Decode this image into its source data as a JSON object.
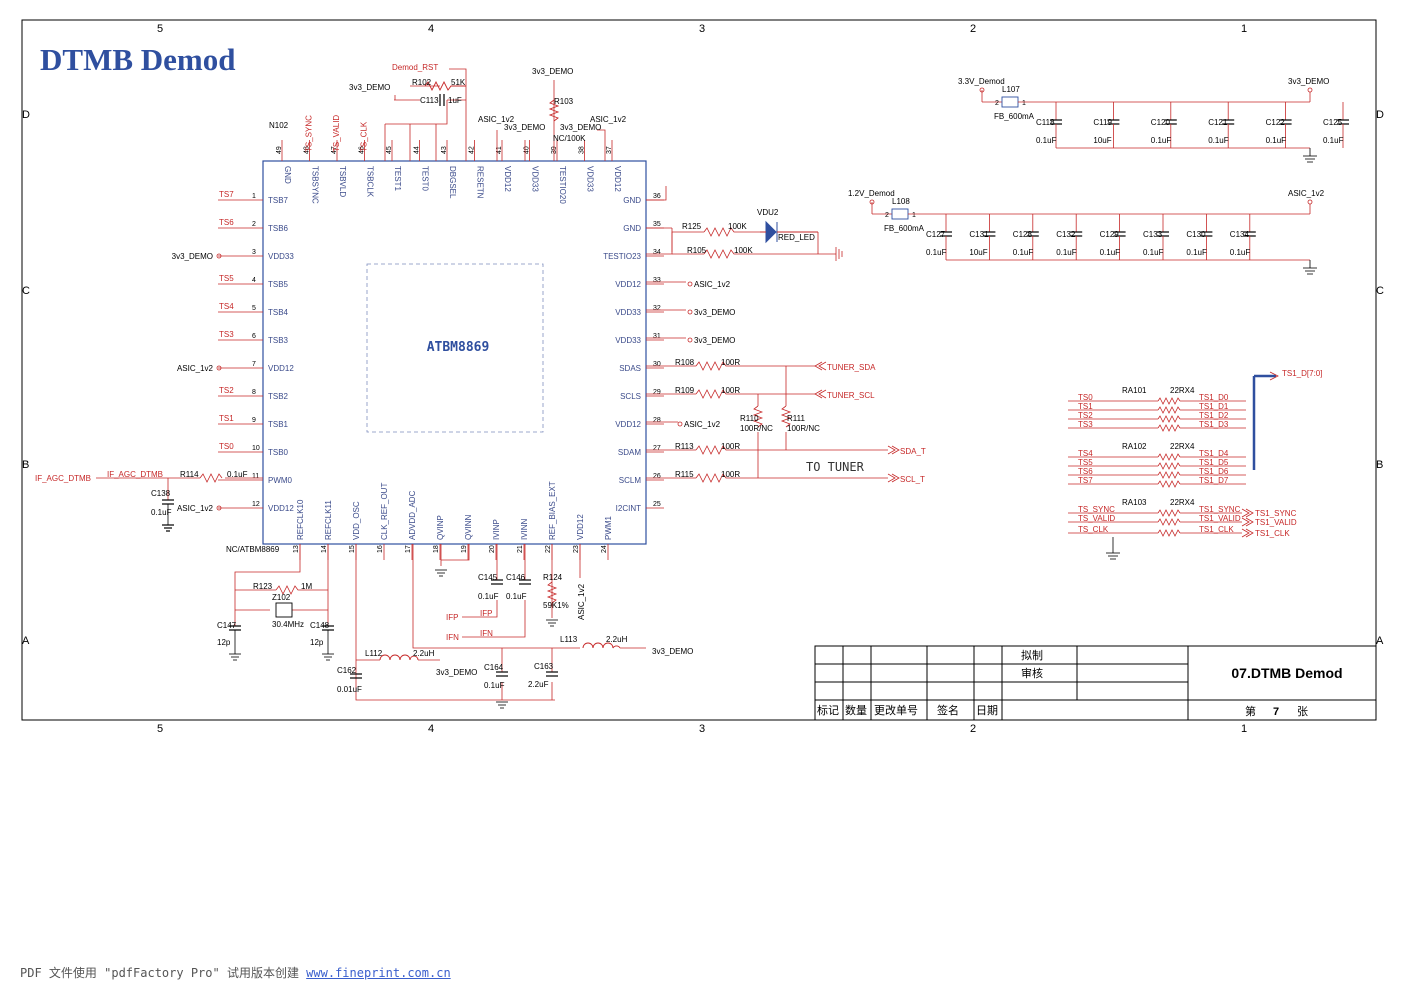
{
  "title": "DTMB Demod",
  "chip_name": "ATBM8869",
  "chip_ref": "NC/ATBM8869",
  "border_cols": [
    "5",
    "4",
    "3",
    "2",
    "1"
  ],
  "border_rows": [
    "D",
    "C",
    "B",
    "A"
  ],
  "left_pins": [
    {
      "num": "1",
      "name": "TSB7",
      "net": "TS7"
    },
    {
      "num": "2",
      "name": "TSB6",
      "net": "TS6"
    },
    {
      "num": "3",
      "name": "VDD33",
      "net": "3v3_DEMO"
    },
    {
      "num": "4",
      "name": "TSB5",
      "net": "TS5"
    },
    {
      "num": "5",
      "name": "TSB4",
      "net": "TS4"
    },
    {
      "num": "6",
      "name": "TSB3",
      "net": "TS3"
    },
    {
      "num": "7",
      "name": "VDD12",
      "net": "ASIC_1v2"
    },
    {
      "num": "8",
      "name": "TSB2",
      "net": "TS2"
    },
    {
      "num": "9",
      "name": "TSB1",
      "net": "TS1"
    },
    {
      "num": "10",
      "name": "TSB0",
      "net": "TS0"
    },
    {
      "num": "11",
      "name": "PWM0",
      "net": "IF_AGC_DTMB"
    },
    {
      "num": "12",
      "name": "VDD12",
      "net": "ASIC_1v2"
    }
  ],
  "right_pins": [
    {
      "num": "36",
      "name": "GND"
    },
    {
      "num": "35",
      "name": "GND"
    },
    {
      "num": "34",
      "name": "TESTIO23"
    },
    {
      "num": "33",
      "name": "VDD12",
      "net": "ASIC_1v2"
    },
    {
      "num": "32",
      "name": "VDD33",
      "net": "3v3_DEMO"
    },
    {
      "num": "31",
      "name": "VDD33",
      "net": "3v3_DEMO"
    },
    {
      "num": "30",
      "name": "SDAS"
    },
    {
      "num": "29",
      "name": "SCLS"
    },
    {
      "num": "28",
      "name": "VDD12",
      "net": "ASIC_1v2"
    },
    {
      "num": "27",
      "name": "SDAM"
    },
    {
      "num": "26",
      "name": "SCLM"
    },
    {
      "num": "25",
      "name": "I2CINT"
    }
  ],
  "top_pins": [
    {
      "num": "49",
      "name": "GND"
    },
    {
      "num": "48",
      "name": "TSBSYNC",
      "net": "TS_SYNC"
    },
    {
      "num": "47",
      "name": "TSBVLD",
      "net": "TS_VALID"
    },
    {
      "num": "46",
      "name": "TSBCLK",
      "net": "TS_CLK"
    },
    {
      "num": "45",
      "name": "TEST1"
    },
    {
      "num": "44",
      "name": "TEST0"
    },
    {
      "num": "43",
      "name": "DBGSEL"
    },
    {
      "num": "42",
      "name": "RESETN"
    },
    {
      "num": "41",
      "name": "VDD12"
    },
    {
      "num": "40",
      "name": "VDD33"
    },
    {
      "num": "39",
      "name": "TESTIO20"
    },
    {
      "num": "38",
      "name": "VDD33"
    },
    {
      "num": "37",
      "name": "VDD12"
    }
  ],
  "bottom_pins": [
    {
      "num": "13",
      "name": "REFCLK10"
    },
    {
      "num": "14",
      "name": "REFCLK11"
    },
    {
      "num": "15",
      "name": "VDD_OSC"
    },
    {
      "num": "16",
      "name": "CLK_REF_OUT"
    },
    {
      "num": "17",
      "name": "ADVDD_ADC"
    },
    {
      "num": "18",
      "name": "QVINP"
    },
    {
      "num": "19",
      "name": "QVINN"
    },
    {
      "num": "20",
      "name": "IVINP"
    },
    {
      "num": "21",
      "name": "IVINN"
    },
    {
      "num": "22",
      "name": "REF_BIAS_EXT"
    },
    {
      "num": "23",
      "name": "VDD12"
    },
    {
      "num": "24",
      "name": "PWM1"
    }
  ],
  "top_nets": {
    "demod_rst": "Demod_RST",
    "r102": "R102",
    "r102_val": "51K",
    "c113": "C113",
    "c113_val": "1uF",
    "v33_a": "3v3_DEMO",
    "v33_b": "3v3_DEMO",
    "v33_c": "3v3_DEMO",
    "r103": "R103",
    "r103_val": "NC/100K",
    "asic_a": "ASIC_1v2",
    "asic_b": "ASIC_1v2",
    "n102": "N102"
  },
  "right_side": {
    "r125": "R125",
    "r125_val": "100K",
    "vdu2": "VDU2",
    "red_led": "RED_LED",
    "r105": "R105",
    "r105_val": "100K",
    "r108": "R108",
    "r108_val": "100R",
    "tuner_sda": "TUNER_SDA",
    "r109": "R109",
    "r109_val": "100R",
    "tuner_scl": "TUNER_SCL",
    "r110": "R110",
    "r110_val": "100R/NC",
    "r111": "R111",
    "r111_val": "100R/NC",
    "r113": "R113",
    "r113_val": "100R",
    "sda_t": "SDA_T",
    "r115": "R115",
    "r115_val": "100R",
    "scl_t": "SCL_T",
    "to_tuner": "TO TUNER"
  },
  "left_side": {
    "if_agc_dtmb": "IF_AGC_DTMB",
    "r114": "R114",
    "r114_val": "0.1uF",
    "c138": "C138",
    "c138_val": "0.1uF"
  },
  "bottom_side": {
    "r123": "R123",
    "r123_val": "1M",
    "z102": "Z102",
    "z102_val": "30.4MHz",
    "c147": "C147",
    "c147_val": "12p",
    "c148": "C148",
    "c148_val": "12p",
    "c145": "C145",
    "c145_val": "0.1uF",
    "c146": "C146",
    "c146_val": "0.1uF",
    "r124": "R124",
    "r124_val": "59K1%",
    "asic": "ASIC_1v2",
    "ifp_a": "IFP",
    "ifp_b": "IFP",
    "ifn_a": "IFN",
    "ifn_b": "IFN",
    "l112": "L112",
    "l112_val": "2.2uH",
    "v33": "3v3_DEMO",
    "c162": "C162",
    "c162_val": "0.01uF",
    "c164": "C164",
    "c164_val": "0.1uF",
    "c163": "C163",
    "c163_val": "2.2uF",
    "l113": "L113",
    "l113_val": "2.2uH",
    "v33_b": "3v3_DEMO"
  },
  "power_33": {
    "in": "3.3V_Demod",
    "out": "3v3_DEMO",
    "l": "L107",
    "l_val": "FB_600mA",
    "caps": [
      {
        "ref": "C118",
        "val": "0.1uF"
      },
      {
        "ref": "C119",
        "val": "10uF"
      },
      {
        "ref": "C120",
        "val": "0.1uF"
      },
      {
        "ref": "C121",
        "val": "0.1uF"
      },
      {
        "ref": "C122",
        "val": "0.1uF"
      },
      {
        "ref": "C125",
        "val": "0.1uF"
      }
    ]
  },
  "power_12": {
    "in": "1.2V_Demod",
    "out": "ASIC_1v2",
    "l": "L108",
    "l_val": "FB_600mA",
    "caps": [
      {
        "ref": "C127",
        "val": "0.1uF"
      },
      {
        "ref": "C131",
        "val": "10uF"
      },
      {
        "ref": "C128",
        "val": "0.1uF"
      },
      {
        "ref": "C132",
        "val": "0.1uF"
      },
      {
        "ref": "C129",
        "val": "0.1uF"
      },
      {
        "ref": "C133",
        "val": "0.1uF"
      },
      {
        "ref": "C130",
        "val": "0.1uF"
      },
      {
        "ref": "C134",
        "val": "0.1uF"
      }
    ]
  },
  "ts_bus": {
    "bus": "TS1_D[7:0]",
    "ra101": "RA101",
    "ra101_val": "22RX4",
    "ra102": "RA102",
    "ra102_val": "22RX4",
    "ra103": "RA103",
    "ra103_val": "22RX4",
    "in_a": [
      "TS0",
      "TS1",
      "TS2",
      "TS3"
    ],
    "out_a": [
      "TS1_D0",
      "TS1_D1",
      "TS1_D2",
      "TS1_D3"
    ],
    "in_b": [
      "TS4",
      "TS5",
      "TS6",
      "TS7"
    ],
    "out_b": [
      "TS1_D4",
      "TS1_D5",
      "TS1_D6",
      "TS1_D7"
    ],
    "in_c": [
      "TS_SYNC",
      "TS_VALID",
      "TS_CLK"
    ],
    "out_c": [
      "TS1_SYNC",
      "TS1_VALID",
      "TS1_CLK"
    ],
    "port_c": [
      "TS1_SYNC",
      "TS1_VALID",
      "TS1_CLK"
    ]
  },
  "title_block": {
    "drafted": "拟制",
    "reviewed": "审核",
    "headers": [
      "标记",
      "数量",
      "更改单号",
      "签名",
      "日期"
    ],
    "doc_title": "07.DTMB Demod",
    "page_prefix": "第",
    "page_num": "7",
    "page_suffix": "张"
  },
  "footer": {
    "text": "PDF 文件使用 \"pdfFactory Pro\" 试用版本创建 ",
    "link": "www.fineprint.com.cn"
  }
}
